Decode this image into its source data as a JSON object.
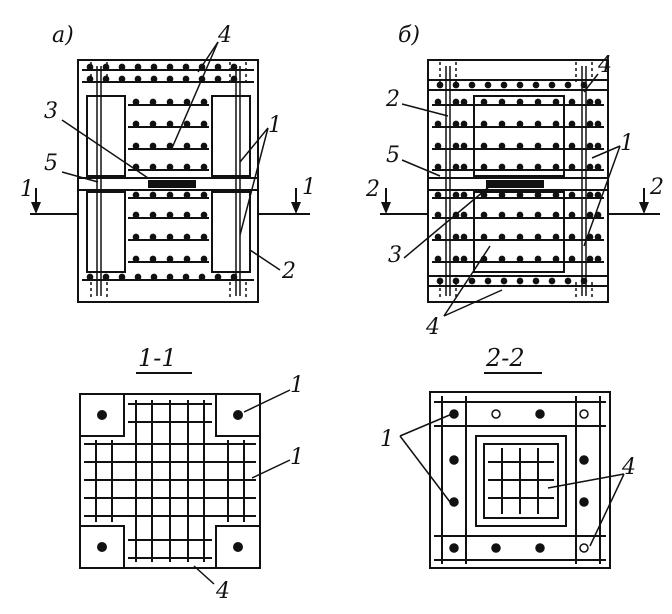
{
  "title": "",
  "colors": {
    "ink": "#111111",
    "paper": "#ffffff"
  },
  "panels": {
    "a": {
      "letter": "а)"
    },
    "b": {
      "letter": "б)"
    }
  },
  "sections": {
    "s1": {
      "title": "1-1",
      "cut_mark": "1"
    },
    "s2": {
      "title": "2-2",
      "cut_mark": "2"
    }
  },
  "callouts": {
    "a": [
      "4",
      "3",
      "5",
      "1",
      "1",
      "2"
    ],
    "b": [
      "4",
      "2",
      "5",
      "1",
      "3",
      "4"
    ],
    "s1": [
      "1",
      "1",
      "4"
    ],
    "s2": [
      "1",
      "4"
    ]
  }
}
